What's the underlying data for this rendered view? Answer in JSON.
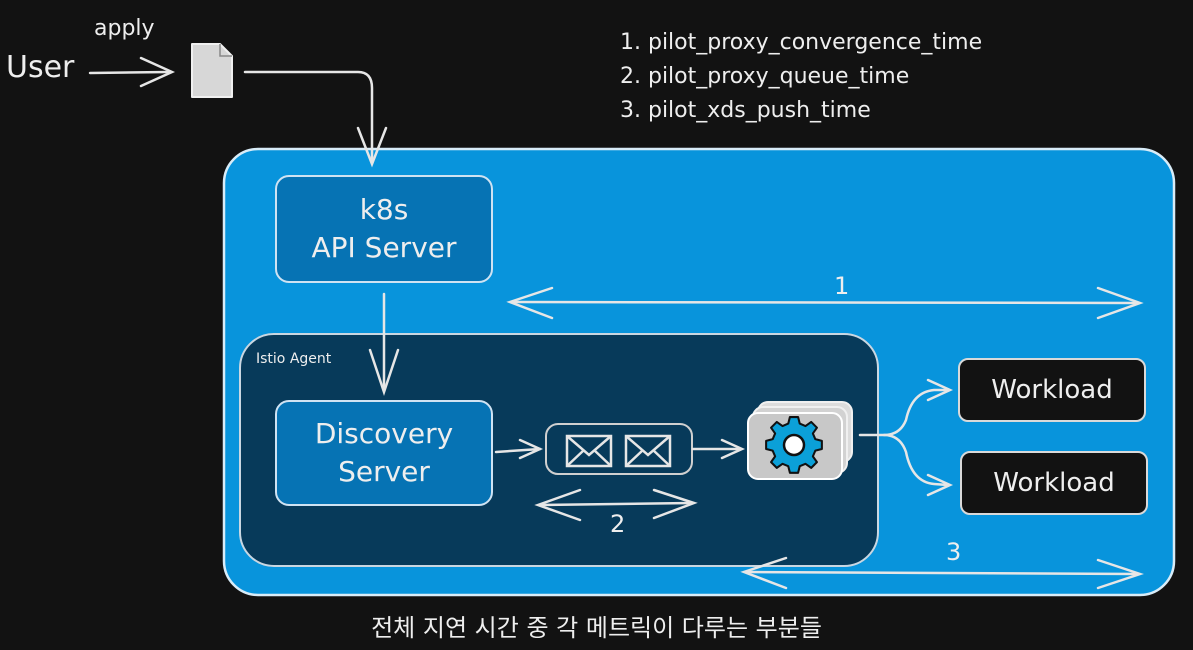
{
  "user_label": "User",
  "apply_label": "apply",
  "metrics": [
    "1. pilot_proxy_convergence_time",
    "2. pilot_proxy_queue_time",
    "3. pilot_xds_push_time"
  ],
  "k8s_box": {
    "line1": "k8s",
    "line2": "API Server"
  },
  "agent_label": "Istio Agent",
  "discovery_box": {
    "line1": "Discovery",
    "line2": "Server"
  },
  "workloads": [
    "Workload",
    "Workload"
  ],
  "span_labels": {
    "one": "1",
    "two": "2",
    "three": "3"
  },
  "caption": "전체 지연 시간 중 각 메트릭이 다루는 부분들",
  "colors": {
    "background": "#121212",
    "outer_container": "#0894dc",
    "agent_container": "#073a5a",
    "inner_box": "#0673b4",
    "stroke": "#e6e6e6"
  },
  "icons": [
    "document-icon",
    "envelope-icon",
    "gear-icon"
  ]
}
